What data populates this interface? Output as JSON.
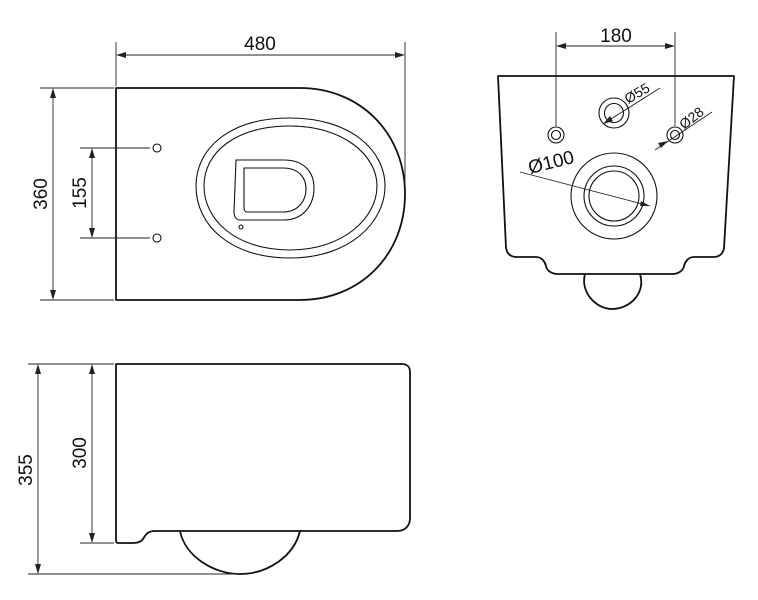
{
  "dimensions": {
    "length": "480",
    "width": "360",
    "bolt_spacing_top": "155",
    "rear_spacing": "180",
    "height_total": "355",
    "height_body": "300"
  },
  "diameters": {
    "inlet": "Ø55",
    "bolt_hole": "Ø28",
    "outlet": "Ø100"
  },
  "colors": {
    "line": "#111111",
    "background": "#ffffff"
  }
}
